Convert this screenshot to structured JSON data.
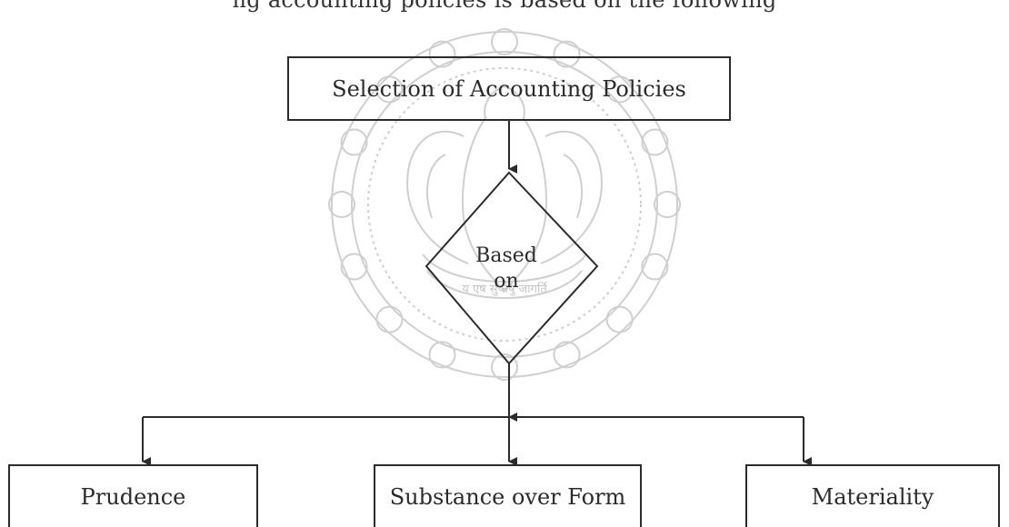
{
  "top_text": "ng accounting policies is based on the following",
  "watermark": {
    "motto": "य एष सुप्तेषु जागर्ति"
  },
  "root": {
    "label": "Selection of Accounting Policies"
  },
  "decision": {
    "line1": "Based",
    "line2": "on"
  },
  "children": [
    {
      "label": "Prudence"
    },
    {
      "label": "Substance over Form"
    },
    {
      "label": "Materiality"
    }
  ],
  "colors": {
    "ink": "#2b2b2b",
    "watermark": "#c9c9c9"
  }
}
